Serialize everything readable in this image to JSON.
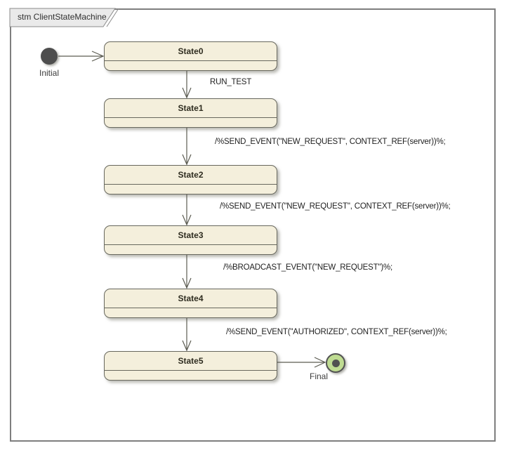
{
  "frame": {
    "type": "stm",
    "title": "stm ClientStateMachine"
  },
  "nodes": {
    "initial": {
      "label": "Initial"
    },
    "final": {
      "label": "Final"
    },
    "states": [
      {
        "label": "State0"
      },
      {
        "label": "State1"
      },
      {
        "label": "State2"
      },
      {
        "label": "State3"
      },
      {
        "label": "State4"
      },
      {
        "label": "State5"
      }
    ]
  },
  "transitions": [
    {
      "from": "Initial",
      "to": "State0",
      "label": ""
    },
    {
      "from": "State0",
      "to": "State1",
      "label": "RUN_TEST"
    },
    {
      "from": "State1",
      "to": "State2",
      "label": "/%SEND_EVENT(\"NEW_REQUEST\", CONTEXT_REF(server))%;"
    },
    {
      "from": "State2",
      "to": "State3",
      "label": "/%SEND_EVENT(\"NEW_REQUEST\", CONTEXT_REF(server))%;"
    },
    {
      "from": "State3",
      "to": "State4",
      "label": "/%BROADCAST_EVENT(\"NEW_REQUEST\")%;"
    },
    {
      "from": "State4",
      "to": "State5",
      "label": "/%SEND_EVENT(\"AUTHORIZED\", CONTEXT_REF(server))%;"
    },
    {
      "from": "State5",
      "to": "Final",
      "label": ""
    }
  ],
  "colors": {
    "state_fill": "#f4efdc",
    "state_border": "#68685e",
    "initial_fill": "#4e4e4e",
    "final_fill": "#bfdc92",
    "final_dot": "#515151",
    "frame_border": "#7e7e7e",
    "tab_fill": "#eaeaea",
    "transition_line": "#5c5c52"
  }
}
